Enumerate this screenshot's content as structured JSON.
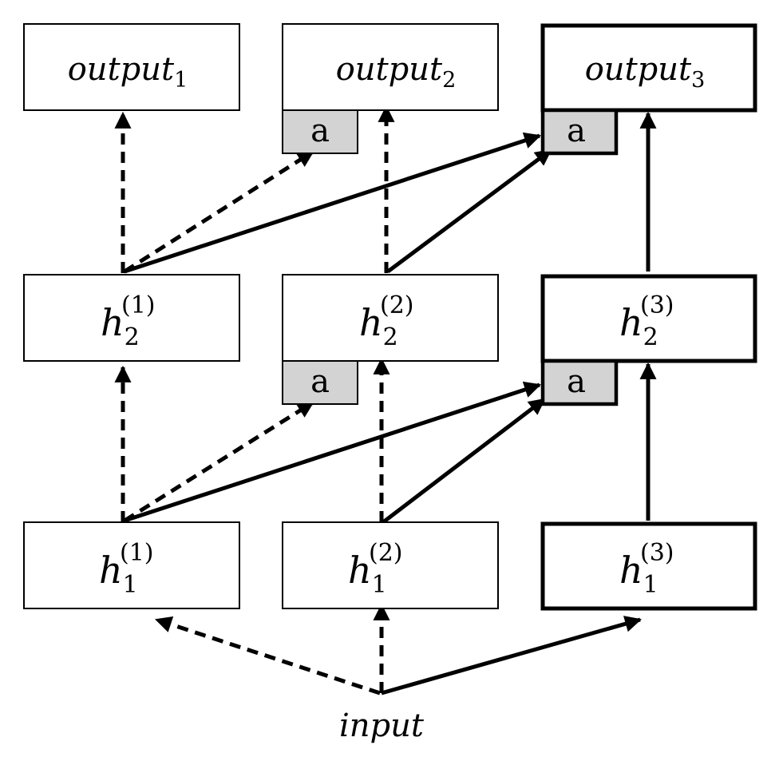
{
  "nodes": {
    "output_1": {
      "base": "output",
      "sub": "1"
    },
    "output_2": {
      "base": "output",
      "sub": "2"
    },
    "output_3": {
      "base": "output",
      "sub": "3"
    },
    "h2_1": {
      "base": "h",
      "sub": "2",
      "sup": "(1)"
    },
    "h2_2": {
      "base": "h",
      "sub": "2",
      "sup": "(2)"
    },
    "h2_3": {
      "base": "h",
      "sub": "2",
      "sup": "(3)"
    },
    "h1_1": {
      "base": "h",
      "sub": "1",
      "sup": "(1)"
    },
    "h1_2": {
      "base": "h",
      "sub": "1",
      "sup": "(2)"
    },
    "h1_3": {
      "base": "h",
      "sub": "1",
      "sup": "(3)"
    },
    "input": {
      "base": "input"
    }
  },
  "adapters": {
    "a_top_col2": "a",
    "a_top_col3": "a",
    "a_mid_col2": "a",
    "a_mid_col3": "a"
  }
}
